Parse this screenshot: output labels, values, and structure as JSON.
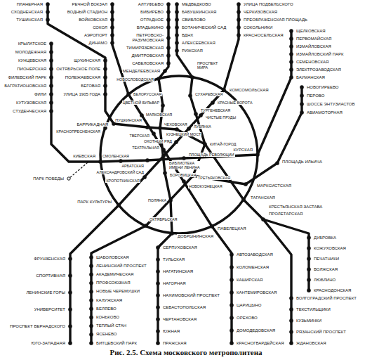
{
  "diagram": {
    "caption": "Рис. 2.5. Схема московского метрополитена",
    "labels": [
      "ПЛАНЕРНАЯ",
      "СХОДНЕНСКАЯ",
      "ТУШИНСКАЯ",
      "РЕЧНОЙ ВОКЗАЛ",
      "ВОДНЫЙ СТАДИОН",
      "ВОЙКОВСКАЯ",
      "СОКОЛ",
      "АЭРОПОРТ",
      "ДИНАМО",
      "АЛТУФЬЕВО",
      "БИБИРЕВО",
      "ОТРАДНОЕ",
      "ВЛАДЫКИНО",
      "ПЕТРОВСКО-РАЗУМОВСКАЯ",
      "ТИМИРЯЗЕВСКАЯ",
      "ДМИТРОВСКАЯ",
      "САВЕЛОВСКАЯ",
      "МЕНДЕЛЕЕВСКАЯ",
      "МЕДВЕДКОВО",
      "БАБУШКИНСКАЯ",
      "СВИБЛОВО",
      "БОТАНИЧЕСКИЙ САД",
      "ВДНХ",
      "АЛЕКСЕЕВСКАЯ",
      "РИЖСКАЯ",
      "УЛИЦА ПОДБЕЛЬСКОГО",
      "ЧЕРКИЗОВСКАЯ",
      "ПРЕОБРАЖЕНСКАЯ ПЛОЩАДЬ",
      "СОКОЛЬНИКИ",
      "КРАСНОСЕЛЬСКАЯ",
      "ЩЕЛКОВСКАЯ",
      "ПЕРВОМАЙСКАЯ",
      "ИЗМАЙЛОВСКАЯ",
      "ИЗМАЙЛОВСКИЙ ПАРК",
      "СЕМЕНОВСКАЯ",
      "ЭЛЕКТРОЗАВОДСКАЯ",
      "БАУМАНСКАЯ",
      "НОВОГИРЕЕВО",
      "ПЕРОВО",
      "ШОССЕ ЭНТУЗИАСТОВ",
      "АВИАМОТОРНАЯ",
      "КРЫЛАТСКОЕ",
      "МОЛОДЕЖНАЯ",
      "КУНЦЕВСКАЯ",
      "ПИОНЕРСКАЯ",
      "ФИЛЕВСКИЙ ПАРК",
      "БАГРАТИОНОВСКАЯ",
      "ФИЛИ",
      "КУТУЗОВСКАЯ",
      "СТУДЕНЧЕСКАЯ",
      "ЩУКИНСКАЯ",
      "ОКТЯБРЬСКОЕ ПОЛЕ",
      "ПОЛЕЖАЕВСКАЯ",
      "БЕГОВАЯ",
      "УЛИЦА 1905 ГОДА",
      "БАРРИКАДНАЯ",
      "ПУШКИНСКАЯ",
      "КРАСНОПРЕСНЕНСКАЯ",
      "КИЕВСКАЯ",
      "ПАРК ПОБЕДЫ",
      "БЕЛОРУССКАЯ",
      "НОВОСЛОБОДСКАЯ",
      "ПРОСПЕКТ МИРА",
      "КОМСОМОЛЬСКАЯ",
      "КРАСНЫЕ ВОРОТА",
      "ЧИСТЫЕ ПРУДЫ",
      "ТУРГЕНЕВСКАЯ",
      "СУХАРЕВСКАЯ",
      "ЦВЕТНОЙ БУЛЬВАР",
      "МАЯКОВСКАЯ",
      "ЧЕХОВСКАЯ",
      "ТВЕРСКАЯ",
      "КУЗНЕЦКИЙ МОСТ",
      "ЛУБЯНКА",
      "КИТАЙ-ГОРОД",
      "ОХОТНЫЙ РЯД",
      "ТЕАТРАЛЬНАЯ",
      "ПЛОЩАДЬ РЕВОЛЮЦИИ",
      "БИБЛИОТЕКА ИМЕНИ ЛЕНИНА",
      "БОРОВИЦКАЯ",
      "ТРЕТЬЯКОВСКАЯ",
      "НОВОКУЗНЕЦКАЯ",
      "ПОЛЯНКА",
      "АРБАТСКАЯ",
      "СМОЛЕНСКАЯ",
      "АЛЕКСАНДРОВСКИЙ САД",
      "КРОПОТКИНСКАЯ",
      "ДОБРЫНИНСКАЯ",
      "ОКТЯБРЬСКАЯ",
      "ПАРК КУЛЬТУРЫ",
      "ТАГАНСКАЯ",
      "МАРКСИСТСКАЯ",
      "ПЛОЩАДЬ ИЛЬИЧА",
      "КУРСКАЯ",
      "ПАВЕЛЕЦКАЯ",
      "ПРОЛЕТАРСКАЯ",
      "КРЕСТЬЯНСКАЯ ЗАСТАВА",
      "ДУБРОВКА",
      "КОЖУХОВСКАЯ",
      "ПЕЧАТНИКИ",
      "ВОЛЖСКАЯ",
      "ЛЮБЛИНО",
      "КРАСНОДОНСКАЯ",
      "ВОЛГОГРАДСКИЙ ПРОСПЕКТ",
      "ТЕКСТИЛЬЩИКИ",
      "КУЗЬМИНКИ",
      "РЯЗАНСКИЙ ПРОСПЕКТ",
      "ЖДАНОВСКАЯ",
      "АВТОЗАВОДСКАЯ",
      "КОЛОМЕНСКАЯ",
      "КАШИРСКАЯ",
      "КАНТЕМИРОВСКАЯ",
      "ЦАРИЦЫНО",
      "ОРЕХОВО",
      "ДОМОДЕДОВСКАЯ",
      "КРАСНОГВАРДЕЙСКАЯ",
      "СЕРПУХОВСКАЯ",
      "ТУЛЬСКАЯ",
      "НАГАТИНСКАЯ",
      "НАГОРНАЯ",
      "НАХИМОВСКИЙ ПРОСПЕКТ",
      "СЕВАСТОПОЛЬСКАЯ",
      "ЧЕРТАНОВСКАЯ",
      "ЮЖНАЯ",
      "ПРАЖСКАЯ",
      "ШАБОЛОВСКАЯ",
      "ЛЕНИНСКИЙ ПРОСПЕКТ",
      "АКАДЕМИЧЕСКАЯ",
      "ПРОФСОЮЗНАЯ",
      "НОВЫЕ ЧЕРЕМУШКИ",
      "КАЛУЖСКАЯ",
      "БЕЛЯЕВО",
      "КОНЬКОВО",
      "ТЕПЛЫЙ СТАН",
      "ЯСЕНЕВО",
      "БИТЦЕВСКИЙ ПАРК",
      "ФРУНЗЕНСКАЯ",
      "СПОРТИВНАЯ",
      "ЛЕНИНСКИЕ ГОРЫ",
      "УНИВЕРСИТЕТ",
      "ПРОСПЕКТ ВЕРНАДСКОГО",
      "ЮГО-ЗАПАДНАЯ"
    ]
  }
}
